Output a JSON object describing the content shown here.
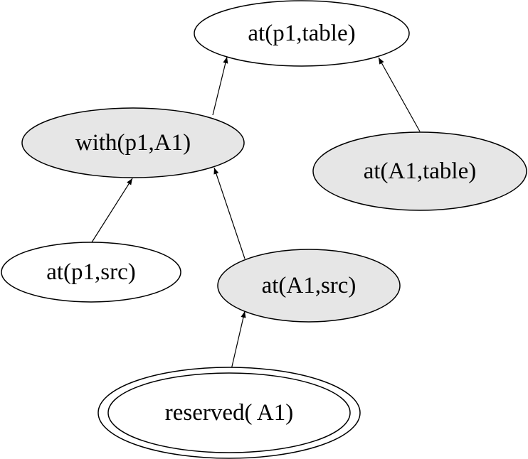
{
  "colors": {
    "shaded": "#e6e6e6",
    "plain": "#ffffff",
    "stroke": "#000000"
  },
  "nodes": {
    "at_p1_table": {
      "label": "at(p1,table)",
      "style": "plain"
    },
    "with_p1_a1": {
      "label": "with(p1,A1)",
      "style": "shaded"
    },
    "at_a1_table": {
      "label": "at(A1,table)",
      "style": "shaded"
    },
    "at_p1_src": {
      "label": "at(p1,src)",
      "style": "plain"
    },
    "at_a1_src": {
      "label": "at(A1,src)",
      "style": "shaded"
    },
    "reserved_a1": {
      "label": "reserved( A1)",
      "style": "plain-double"
    }
  },
  "edges": [
    {
      "from": "with_p1_a1",
      "to": "at_p1_table"
    },
    {
      "from": "at_a1_table",
      "to": "at_p1_table"
    },
    {
      "from": "at_p1_src",
      "to": "with_p1_a1"
    },
    {
      "from": "at_a1_src",
      "to": "with_p1_a1"
    },
    {
      "from": "reserved_a1",
      "to": "at_a1_src"
    }
  ]
}
